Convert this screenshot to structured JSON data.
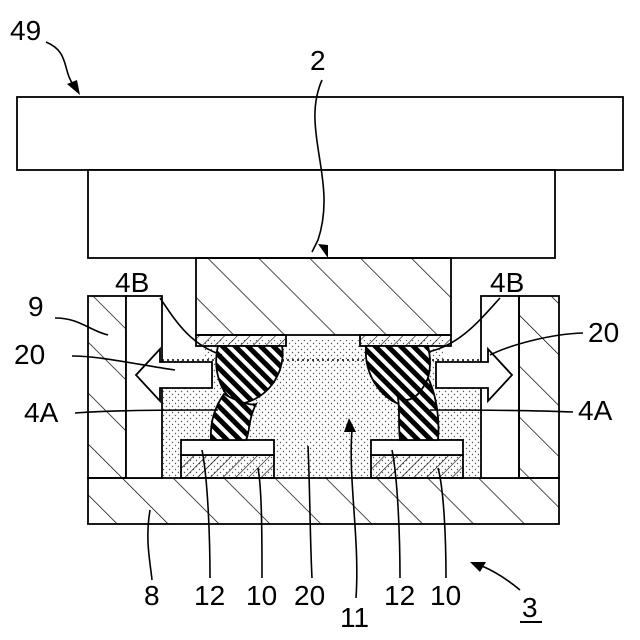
{
  "labels": {
    "l49": "49",
    "l2": "2",
    "l4b_left": "4B",
    "l4b_right": "4B",
    "l9": "9",
    "l20_left": "20",
    "l20_right": "20",
    "l4a_left": "4A",
    "l4a_right": "4A",
    "l8": "8",
    "l12_left": "12",
    "l10_left": "10",
    "l20_bottom": "20",
    "l11": "11",
    "l12_right": "12",
    "l10_right": "10",
    "l3": "3"
  },
  "colors": {
    "stroke": "#000000",
    "fill": "#ffffff",
    "dots": "#555555"
  }
}
